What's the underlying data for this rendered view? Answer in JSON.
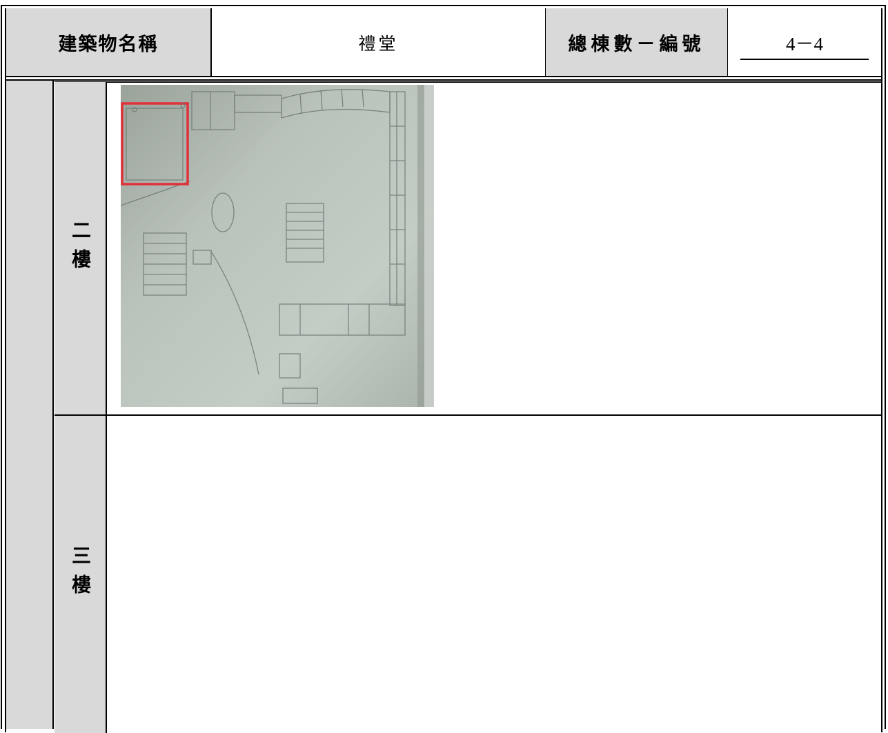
{
  "header": {
    "building_name_label": "建築物名稱",
    "building_name_value": "禮堂",
    "total_buildings_label": "總棟數－編號",
    "total_buildings_value": "4－4"
  },
  "floors": [
    {
      "label": "二樓"
    },
    {
      "label": "三樓"
    }
  ],
  "colors": {
    "label_fill": "#d9d9d9",
    "highlight_box": "#e0303a"
  }
}
